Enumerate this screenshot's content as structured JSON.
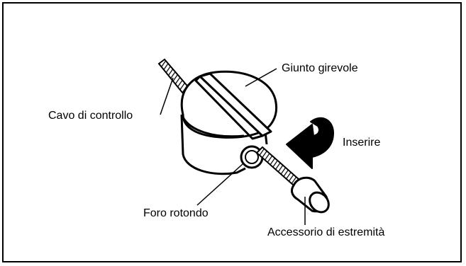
{
  "diagram": {
    "labels": {
      "swivel_joint": "Giunto girevole",
      "control_cable": "Cavo di controllo",
      "insert": "Inserire",
      "round_hole": "Foro rotondo",
      "end_fitting": "Accessorio di estremità"
    },
    "colors": {
      "ink": "#000000",
      "background": "#ffffff"
    }
  }
}
